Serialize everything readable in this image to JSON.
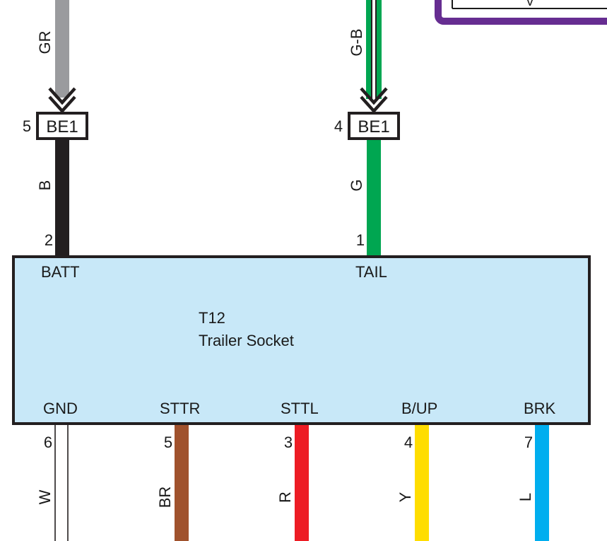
{
  "component": {
    "id": "T12",
    "name": "Trailer Socket",
    "fill": "#c8e8f8"
  },
  "top_wires": [
    {
      "name": "BATT",
      "pin": "2",
      "upper_color_code": "GR",
      "lower_color_code": "B",
      "connector": "BE1",
      "connector_pin": "5",
      "upper_hex": "#9a9b9e",
      "lower_hex": "#231f20"
    },
    {
      "name": "TAIL",
      "pin": "1",
      "upper_color_code": "G-B",
      "lower_color_code": "G",
      "connector": "BE1",
      "connector_pin": "4",
      "upper_hex": "#00a651",
      "upper_stripe_hex": "#231f20",
      "lower_hex": "#00a651"
    }
  ],
  "bottom_wires": [
    {
      "name": "GND",
      "pin": "6",
      "color_code": "W",
      "hex": "#ffffff"
    },
    {
      "name": "STTR",
      "pin": "5",
      "color_code": "BR",
      "hex": "#a0522d"
    },
    {
      "name": "STTL",
      "pin": "3",
      "color_code": "R",
      "hex": "#ed1c24"
    },
    {
      "name": "B/UP",
      "pin": "4",
      "color_code": "Y",
      "hex": "#ffdd00"
    },
    {
      "name": "BRK",
      "pin": "7",
      "color_code": "L",
      "hex": "#00aeef"
    }
  ],
  "corner_box": {
    "border_hex": "#662d91",
    "glyph": "V"
  }
}
